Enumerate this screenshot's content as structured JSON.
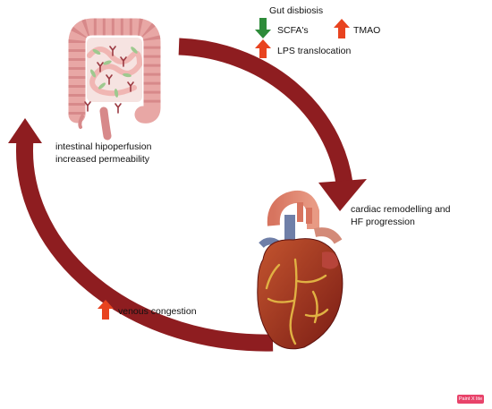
{
  "gut_dysbiosis": {
    "title": "Gut disbiosis",
    "scfa_label": "SCFA's",
    "tmao_label": "TMAO",
    "lps_label": "LPS translocation"
  },
  "intestine_labels": {
    "line1": "intestinal hipoperfusion",
    "line2": "increased permeability"
  },
  "heart_labels": {
    "line1": "cardiac remodelling and",
    "line2": "HF progression"
  },
  "venous_label": "venous congestion",
  "watermark": "Paint X lite",
  "colors": {
    "cycle_arrow": "#8e1d20",
    "decrease_arrow": "#2e8b3a",
    "increase_arrow": "#e8431f"
  }
}
